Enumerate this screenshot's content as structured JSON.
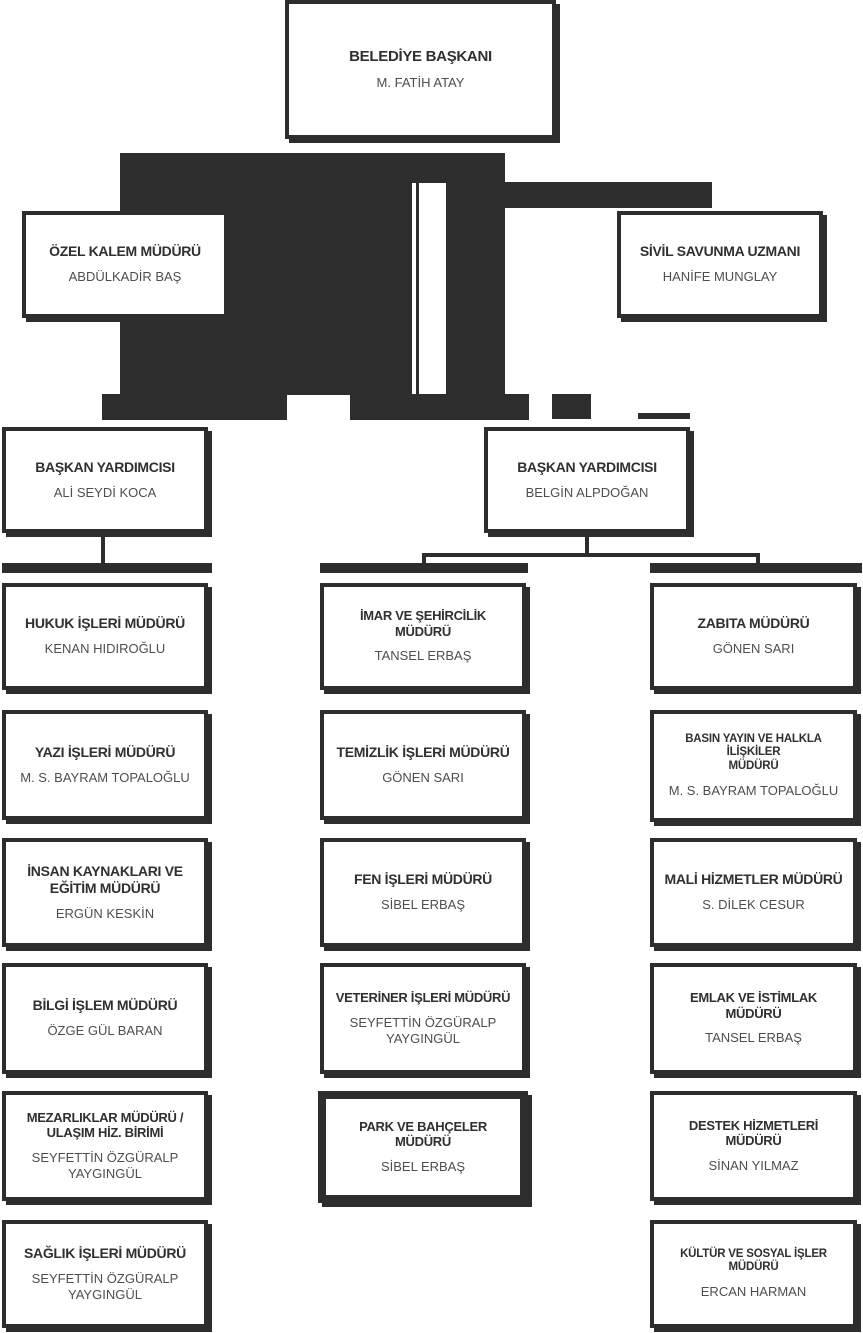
{
  "org_chart": {
    "mayor": {
      "title": "BELEDİYE BAŞKANI",
      "name": "M. FATİH ATAY"
    },
    "staff_left": {
      "title": "ÖZEL KALEM MÜDÜRÜ",
      "name": "ABDÜLKADİR BAŞ"
    },
    "staff_right": {
      "title": "SİVİL SAVUNMA UZMANI",
      "name": "HANİFE MUNGLAY"
    },
    "deputy_left": {
      "title": "BAŞKAN YARDIMCISI",
      "name": "ALİ SEYDİ KOCA"
    },
    "deputy_right": {
      "title": "BAŞKAN YARDIMCISI",
      "name": "BELGİN ALPDOĞAN"
    },
    "col_left": [
      {
        "title": "HUKUK İŞLERİ MÜDÜRÜ",
        "name": "KENAN HIDIROĞLU"
      },
      {
        "title": "YAZI İŞLERİ MÜDÜRÜ",
        "name": "M. S. BAYRAM TOPALOĞLU"
      },
      {
        "title": "İNSAN  KAYNAKLARI VE\nEĞİTİM MÜDÜRÜ",
        "name": "ERGÜN KESKİN"
      },
      {
        "title": "BİLGİ İŞLEM MÜDÜRÜ",
        "name": "ÖZGE GÜL BARAN"
      },
      {
        "title": "MEZARLIKLAR MÜDÜRÜ /\nULAŞIM HİZ. BİRİMİ",
        "name": "SEYFETTİN ÖZGÜRALP\nYAYGINGÜL"
      },
      {
        "title": "SAĞLIK İŞLERİ MÜDÜRÜ",
        "name": "SEYFETTİN ÖZGÜRALP\nYAYGINGÜL"
      }
    ],
    "col_middle": [
      {
        "title": "İMAR VE ŞEHİRCİLİK MÜDÜRÜ",
        "name": "TANSEL ERBAŞ"
      },
      {
        "title": "TEMİZLİK İŞLERİ MÜDÜRÜ",
        "name": "GÖNEN SARI"
      },
      {
        "title": "FEN İŞLERİ MÜDÜRÜ",
        "name": "SİBEL ERBAŞ"
      },
      {
        "title": "VETERİNER İŞLERİ MÜDÜRÜ",
        "name": "SEYFETTİN ÖZGÜRALP\nYAYGINGÜL"
      },
      {
        "title": "PARK VE BAHÇELER MÜDÜRÜ",
        "name": "SİBEL ERBAŞ"
      }
    ],
    "col_right": [
      {
        "title": "ZABITA MÜDÜRÜ",
        "name": "GÖNEN SARI"
      },
      {
        "title": "BASIN YAYIN VE HALKLA İLİŞKİLER\nMÜDÜRÜ",
        "name": "M. S. BAYRAM TOPALOĞLU"
      },
      {
        "title": "MALİ HİZMETLER MÜDÜRÜ",
        "name": "S. DİLEK CESUR"
      },
      {
        "title": "EMLAK VE İSTİMLAK MÜDÜRÜ",
        "name": "TANSEL ERBAŞ"
      },
      {
        "title": "DESTEK HİZMETLERİ MÜDÜRÜ",
        "name": "SİNAN YILMAZ"
      },
      {
        "title": "KÜLTÜR VE SOSYAL İŞLER MÜDÜRÜ",
        "name": "ERCAN HARMAN"
      }
    ],
    "colors": {
      "ink": "#2d2d2d",
      "title_text": "#303030",
      "name_text": "#4e4e4e",
      "background": "#ffffff"
    }
  }
}
